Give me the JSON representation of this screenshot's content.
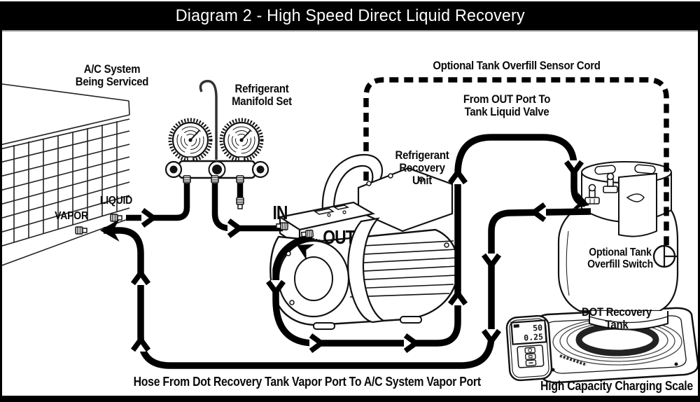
{
  "title": "Diagram 2 - High Speed Direct Liquid Recovery",
  "labels": {
    "ac_system": "A/C System\nBeing Serviced",
    "manifold_set": "Refrigerant\nManifold Set",
    "recovery_unit": "Refrigerant\nRecovery\nUnit",
    "sensor_cord": "Optional Tank Overfill Sensor Cord",
    "out_to_tank": "From OUT Port To\nTank Liquid Valve",
    "overfill_switch": "Optional Tank\nOverfill Switch",
    "dot_tank": "DOT Recovery\nTank",
    "charging_scale": "High Capacity Charging Scale",
    "vapor_hose": "Hose From Dot Recovery Tank Vapor Port To A/C System Vapor Port",
    "liquid_port": "LIQUID",
    "vapor_port": "VAPOR",
    "in_port": "IN",
    "out_port": "OUT"
  },
  "scale_remote": {
    "reading_top": "50",
    "reading_bottom": "0.25"
  },
  "colors": {
    "line": "#111111",
    "hose": "#000000",
    "background": "#ffffff",
    "title_bg": "#000000",
    "title_text": "#ffffff"
  }
}
